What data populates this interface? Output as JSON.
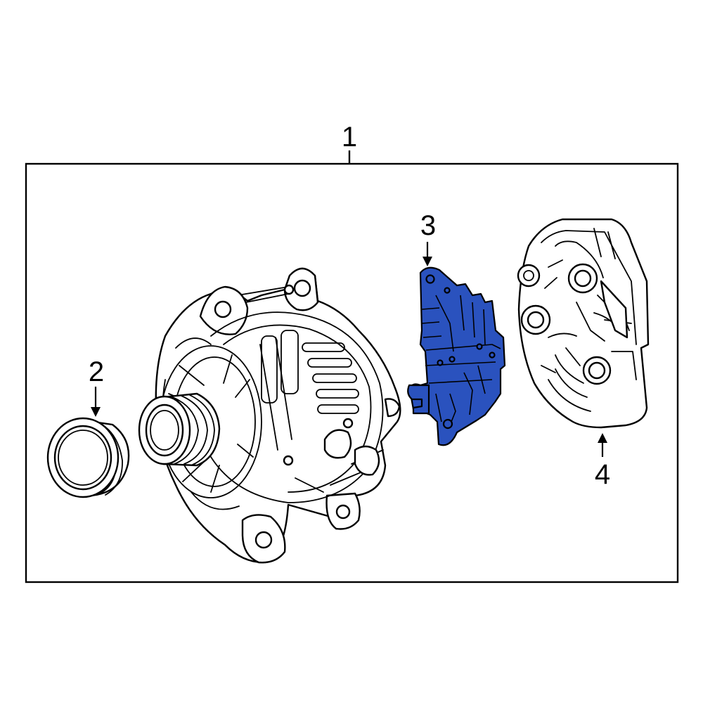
{
  "diagram": {
    "callouts": [
      {
        "id": "1",
        "label": "1"
      },
      {
        "id": "2",
        "label": "2"
      },
      {
        "id": "3",
        "label": "3"
      },
      {
        "id": "4",
        "label": "4"
      }
    ],
    "colors": {
      "highlight": "#2a52be",
      "line": "#000000",
      "background": "#ffffff"
    }
  }
}
